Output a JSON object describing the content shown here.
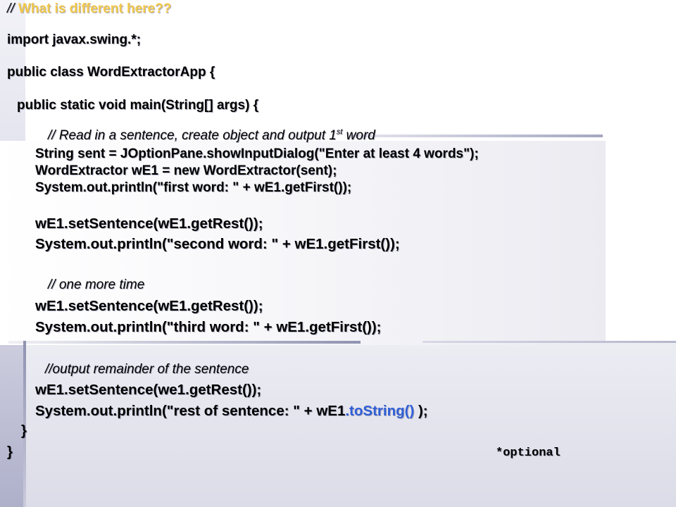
{
  "slide": {
    "header_prefix": "// ",
    "header_highlight": "What is different here??",
    "import_line": "import javax.swing.*;",
    "class_line": "public class WordExtractorApp {",
    "main_line": "public static void main(String[] args) {",
    "comment1_pre": "// Read in a sentence, create object and output 1",
    "comment1_sup": "st",
    "comment1_post": " word",
    "line_sent": "String sent = JOptionPane.showInputDialog(\"Enter at least 4 words\");",
    "line_create": "WordExtractor wE1 = new WordExtractor(sent);",
    "line_print1": "System.out.println(\"first word: \" + wE1.getFirst());",
    "line_set1": "wE1.setSentence(wE1.getRest());",
    "line_print2": "System.out.println(\"second word: \" + wE1.getFirst());",
    "comment2": "// one more time",
    "line_set2": "wE1.setSentence(wE1.getRest());",
    "line_print3": "System.out.println(\"third word: \" + wE1.getFirst());",
    "comment3": "//output remainder of the sentence",
    "line_set3": "wE1.setSentence(we1.getRest());",
    "line_print4_pre": "System.out.println(\"rest of sentence: \" + wE1",
    "line_print4_link": ".toString()",
    "line_print4_post": " );",
    "close_inner": "}",
    "close_outer": "}",
    "optional_note": "*optional"
  },
  "colors": {
    "highlight": "#f2c94c",
    "link": "#2f5fd6",
    "text": "#000000",
    "accent_gradient": "#8f93b0"
  }
}
